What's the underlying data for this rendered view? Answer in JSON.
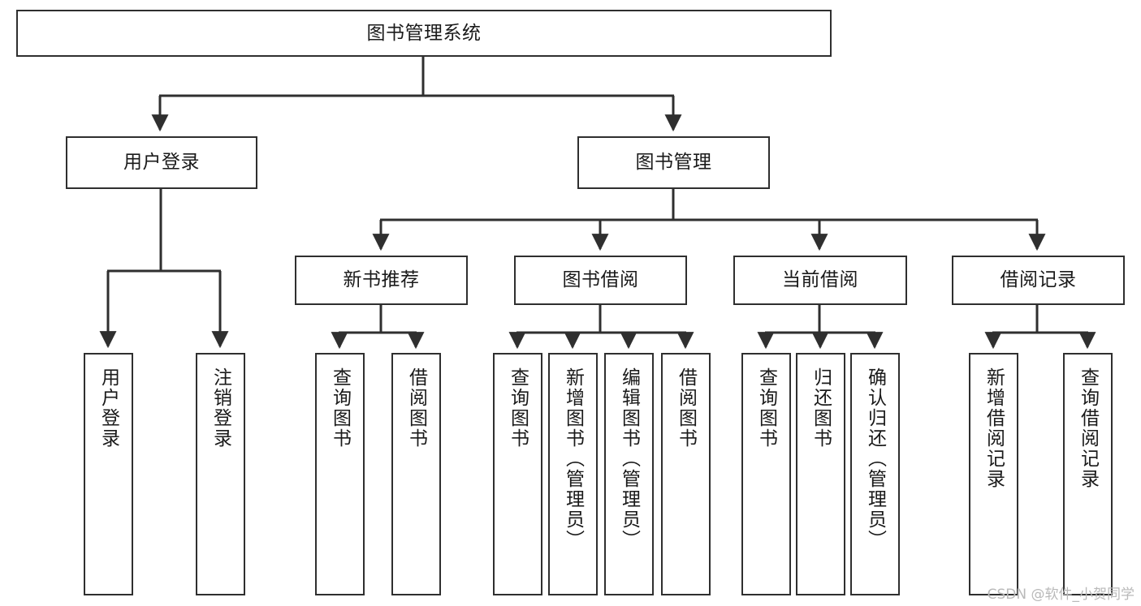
{
  "diagram": {
    "title": "图书管理系统",
    "type": "tree",
    "root": {
      "id": "root",
      "label": "图书管理系统",
      "orientation": "horizontal"
    },
    "level2": [
      {
        "id": "user-login",
        "label": "用户登录",
        "orientation": "horizontal"
      },
      {
        "id": "book-management",
        "label": "图书管理",
        "orientation": "horizontal"
      }
    ],
    "level3": [
      {
        "id": "new-book-recommend",
        "label": "新书推荐",
        "parent": "book-management",
        "orientation": "horizontal"
      },
      {
        "id": "book-borrow",
        "label": "图书借阅",
        "parent": "book-management",
        "orientation": "horizontal"
      },
      {
        "id": "current-borrow",
        "label": "当前借阅",
        "parent": "book-management",
        "orientation": "horizontal"
      },
      {
        "id": "borrow-record",
        "label": "借阅记录",
        "parent": "book-management",
        "orientation": "horizontal"
      }
    ],
    "leaves": [
      {
        "id": "leaf-user-login",
        "label": "用户登录",
        "parent": "user-login",
        "orientation": "vertical"
      },
      {
        "id": "leaf-logout",
        "label": "注销登录",
        "parent": "user-login",
        "orientation": "vertical"
      },
      {
        "id": "leaf-query-book-1",
        "label": "查询图书",
        "parent": "new-book-recommend",
        "orientation": "vertical"
      },
      {
        "id": "leaf-borrow-book-1",
        "label": "借阅图书",
        "parent": "new-book-recommend",
        "orientation": "vertical"
      },
      {
        "id": "leaf-query-book-2",
        "label": "查询图书",
        "parent": "book-borrow",
        "orientation": "vertical"
      },
      {
        "id": "leaf-add-book",
        "label": "新增图书（管理员）",
        "parent": "book-borrow",
        "orientation": "vertical"
      },
      {
        "id": "leaf-edit-book",
        "label": "编辑图书（管理员）",
        "parent": "book-borrow",
        "orientation": "vertical"
      },
      {
        "id": "leaf-borrow-book-2",
        "label": "借阅图书",
        "parent": "book-borrow",
        "orientation": "vertical"
      },
      {
        "id": "leaf-query-book-3",
        "label": "查询图书",
        "parent": "current-borrow",
        "orientation": "vertical"
      },
      {
        "id": "leaf-return-book",
        "label": "归还图书",
        "parent": "current-borrow",
        "orientation": "vertical"
      },
      {
        "id": "leaf-confirm-return",
        "label": "确认归还（管理员）",
        "parent": "current-borrow",
        "orientation": "vertical"
      },
      {
        "id": "leaf-add-record",
        "label": "新增借阅记录",
        "parent": "borrow-record",
        "orientation": "vertical"
      },
      {
        "id": "leaf-query-record",
        "label": "查询借阅记录",
        "parent": "borrow-record",
        "orientation": "vertical"
      }
    ],
    "colors": {
      "stroke": "#2f2f2f",
      "fill": "#ffffff",
      "text": "#1a1a1a",
      "watermark": "#b9b9b9"
    }
  },
  "watermark": {
    "text": "CSDN @软件_小贺同学"
  }
}
